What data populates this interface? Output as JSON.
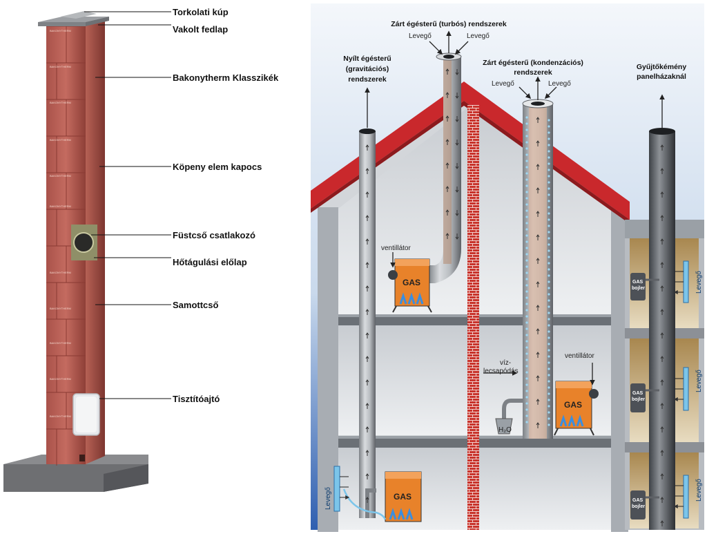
{
  "left_labels": {
    "crown": "Torkolati kúp",
    "cover": "Vakolt fedlap",
    "block": "Bakonytherm Klasszikék",
    "clip": "Köpeny elem kapocs",
    "flue_connector": "Füstcső csatlakozó",
    "expansion_plate": "Hőtágulási előlap",
    "liner": "Samottcső",
    "cleanout": "Tisztítóajtó"
  },
  "brand_mark": "BAKONYTHERM",
  "systems": {
    "open": [
      "Nyílt égésterű",
      "(gravitációs)",
      "rendszerek"
    ],
    "turbo": "Zárt égésterű (turbós) rendszerek",
    "condensing": [
      "Zárt égésterű (kondenzációs)",
      "rendszerek"
    ],
    "collective": [
      "Gyűjtőkémény",
      "panelházaknál"
    ]
  },
  "air_label": "Levegő",
  "fan_label": "ventillátor",
  "condensate_label": [
    "víz-",
    "lecsapódás"
  ],
  "gas_label": "GAS",
  "boiler_label": [
    "GAS",
    "bojler"
  ],
  "water_label": "H₂O"
}
